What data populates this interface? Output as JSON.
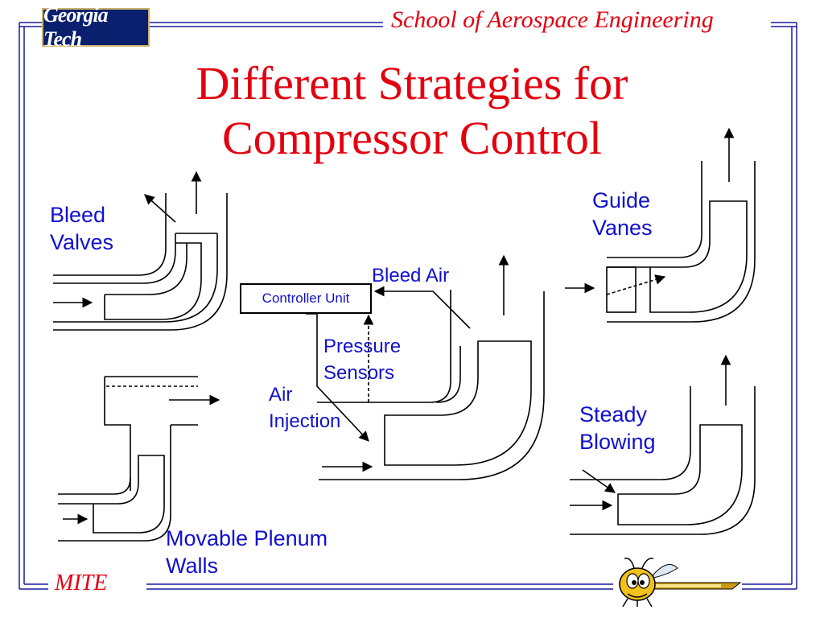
{
  "header": {
    "logo_text": "Georgia Tech",
    "school": "School of Aerospace Engineering"
  },
  "slide": {
    "title_line1": "Different Strategies for",
    "title_line2": "Compressor Control"
  },
  "labels": {
    "bleed_valves": "Bleed Valves",
    "guide_vanes": "Guide Vanes",
    "bleed_air": "Bleed Air",
    "controller_unit": "Controller Unit",
    "pressure_sensors": "Pressure Sensors",
    "air_injection": "Air Injection",
    "steady_blowing": "Steady Blowing",
    "movable_plenum_walls": "Movable Plenum Walls"
  },
  "footer": {
    "program": "MITE",
    "mascot_icon": "yellow-jacket-mascot-icon"
  },
  "colors": {
    "title_red": "#e3000f",
    "label_blue": "#1010d0",
    "frame_blue": "#1a1aa0",
    "logo_navy": "#0a1f6e"
  }
}
